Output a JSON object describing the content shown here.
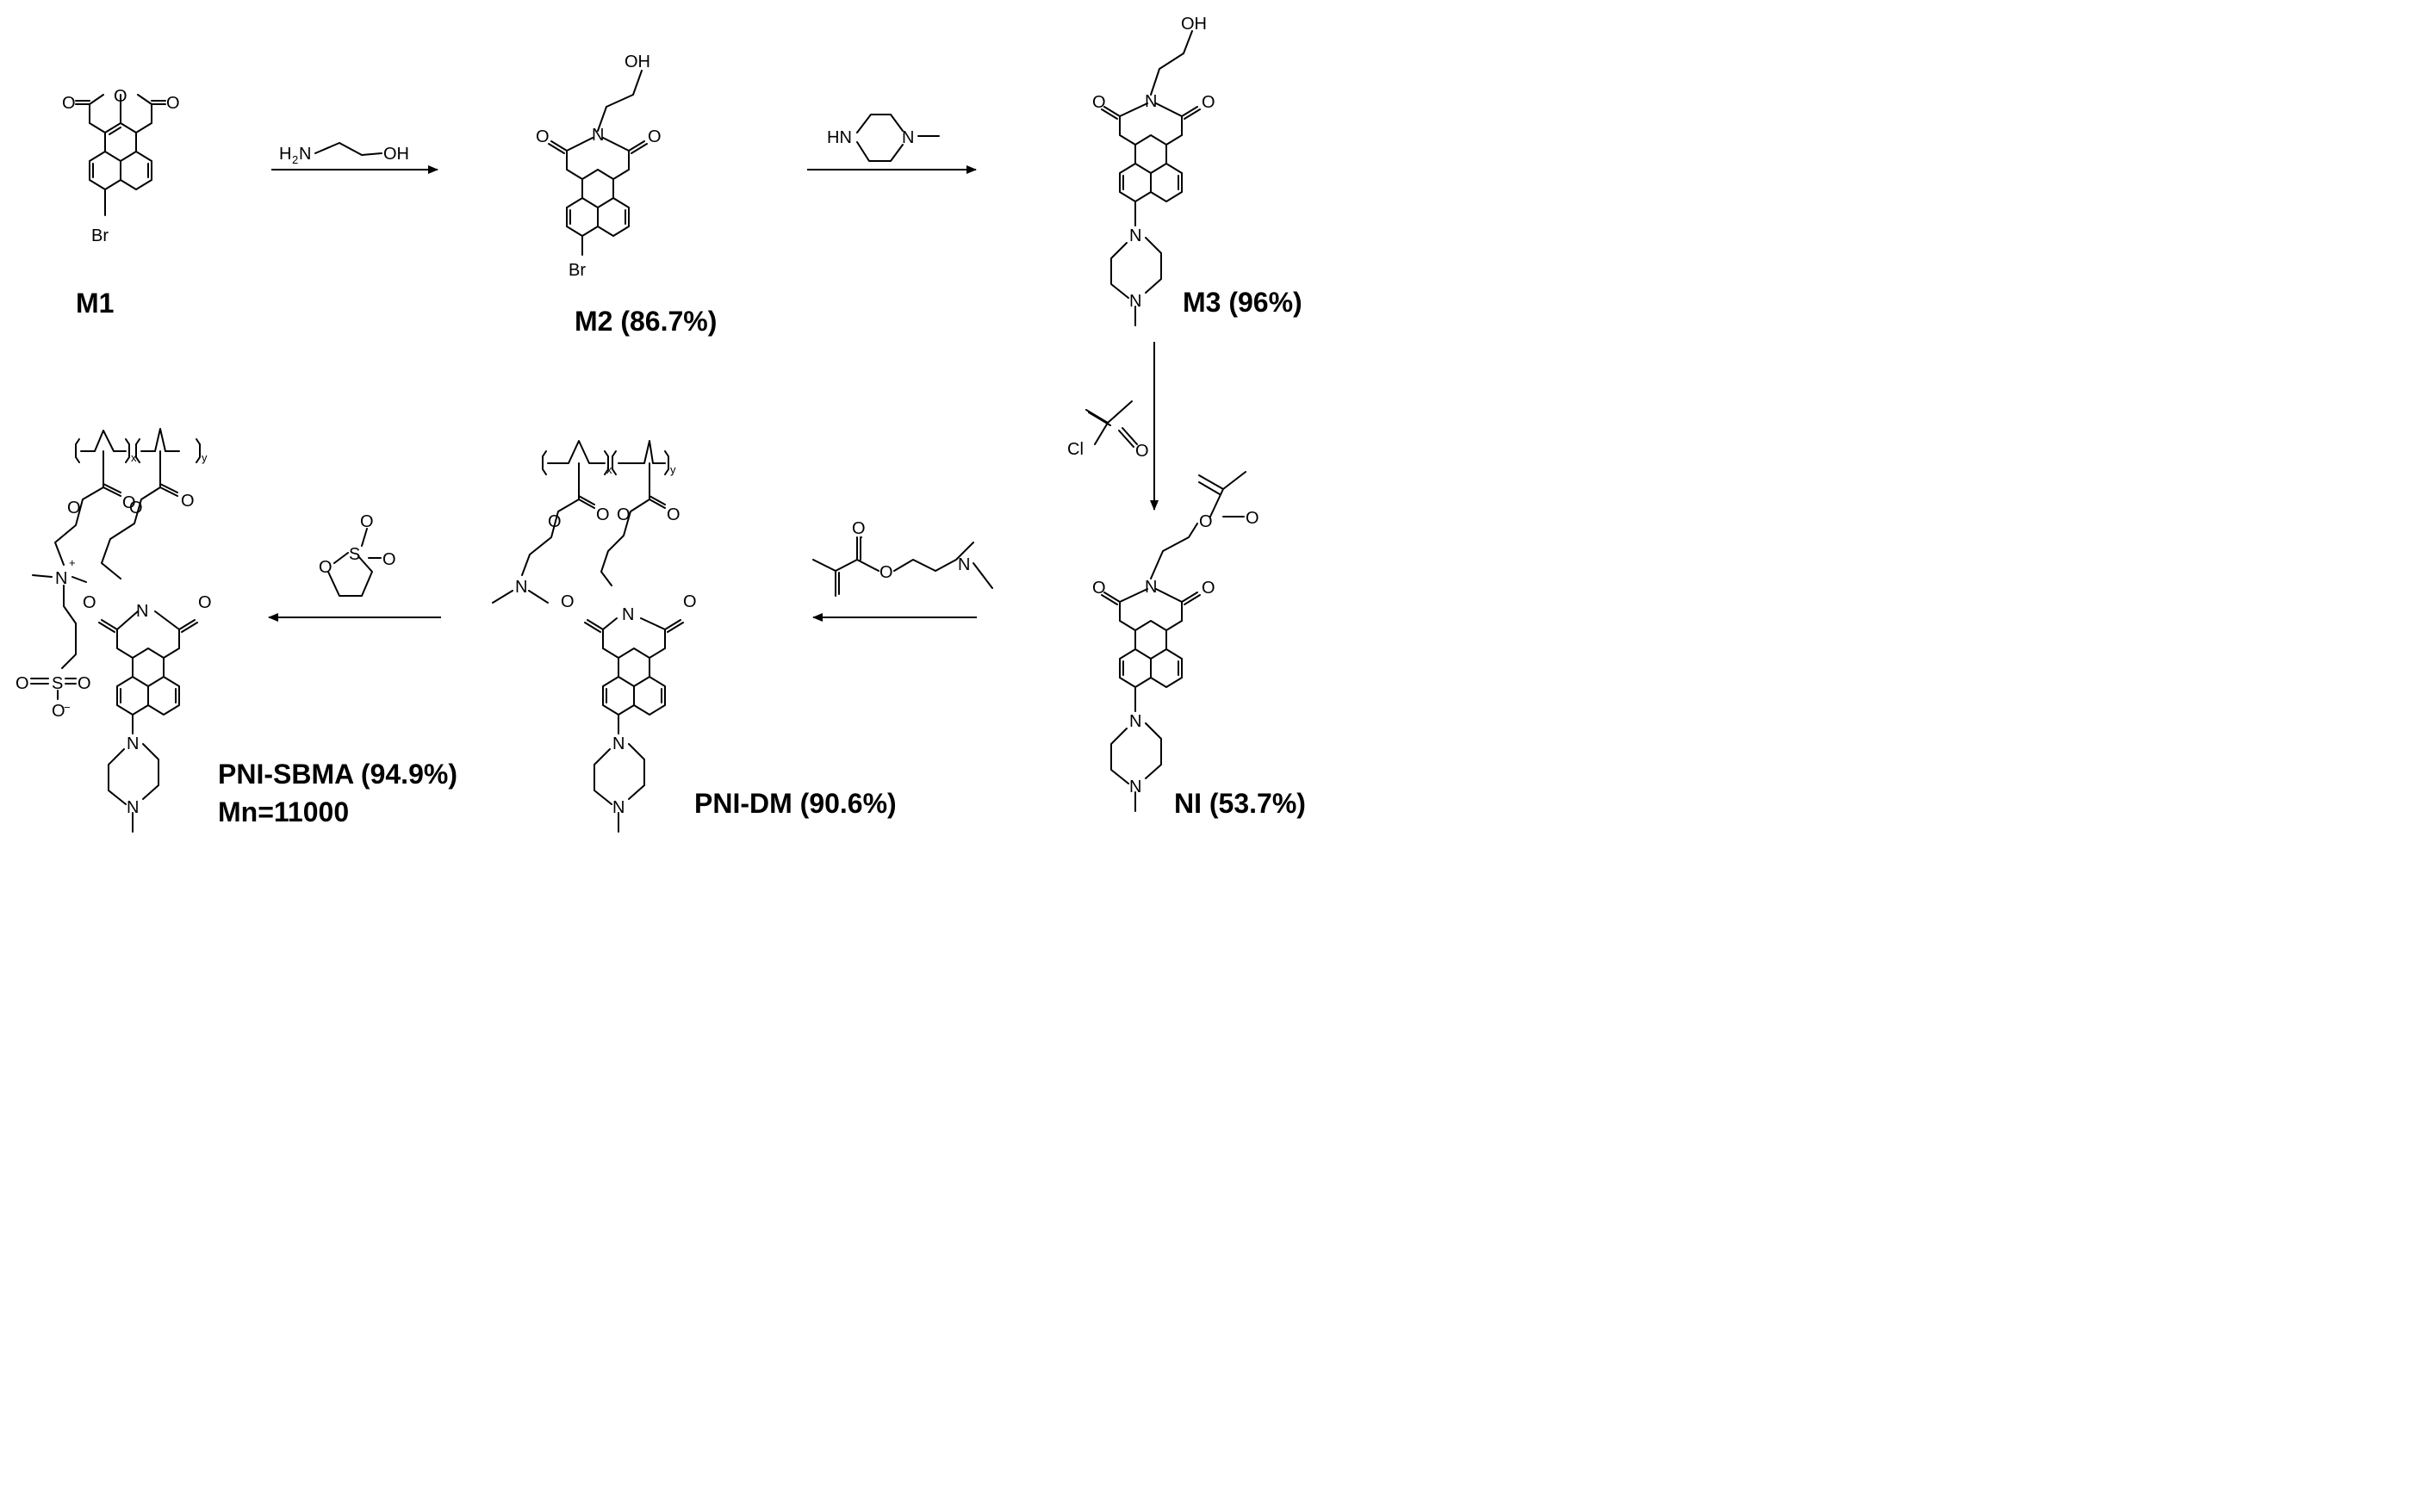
{
  "compounds": {
    "m1": {
      "name": "M1"
    },
    "m2": {
      "name": "M2 (86.7%)"
    },
    "m3": {
      "name": "M3 (96%)"
    },
    "ni": {
      "name": "NI (53.7%)"
    },
    "pni_dm": {
      "name": "PNI-DM (90.6%)"
    },
    "pni_sbma": {
      "name": "PNI-SBMA (94.9%)",
      "mn": "Mn=11000"
    }
  },
  "atoms": {
    "o": "O",
    "n": "N",
    "br": "Br",
    "oh": "OH",
    "h2": "H",
    "two": "2",
    "hn": "HN",
    "cl": "Cl",
    "s": "S",
    "plus": "+",
    "minus": "−",
    "x": "x",
    "y": "y"
  },
  "arrows": [
    {
      "from": "M1",
      "to": "M2",
      "reagent": "ethanolamine"
    },
    {
      "from": "M2",
      "to": "M3",
      "reagent": "1-methylpiperazine"
    },
    {
      "from": "M3",
      "to": "NI",
      "reagent": "methacryloyl chloride"
    },
    {
      "from": "NI",
      "to": "PNI-DM",
      "reagent": "2-(dimethylamino)ethyl methacrylate"
    },
    {
      "from": "PNI-DM",
      "to": "PNI-SBMA",
      "reagent": "1,3-propane sultone"
    }
  ]
}
